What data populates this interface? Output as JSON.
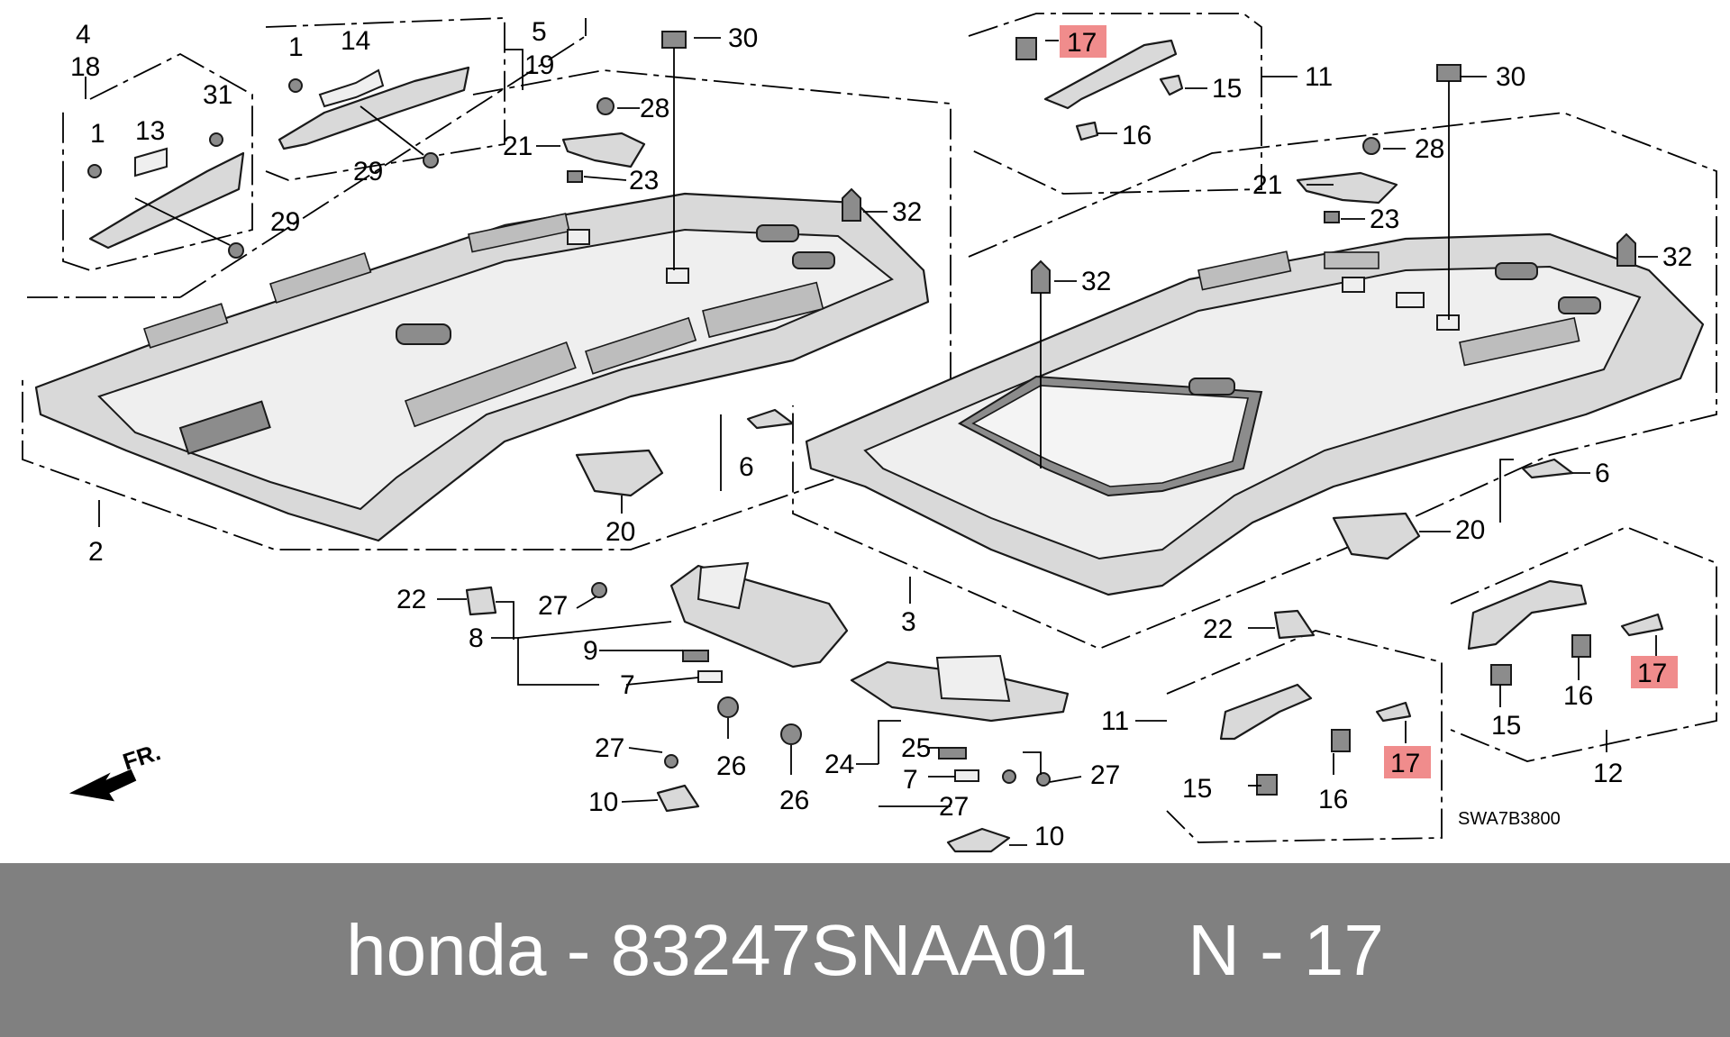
{
  "diagram": {
    "code": "SWA7B3800",
    "direction_label": "FR.",
    "callouts": [
      {
        "id": "c-4",
        "text": "4"
      },
      {
        "id": "c-18",
        "text": "18"
      },
      {
        "id": "c-1a",
        "text": "1"
      },
      {
        "id": "c-13",
        "text": "13"
      },
      {
        "id": "c-31",
        "text": "31"
      },
      {
        "id": "c-29a",
        "text": "29"
      },
      {
        "id": "c-1b",
        "text": "1"
      },
      {
        "id": "c-14",
        "text": "14"
      },
      {
        "id": "c-5",
        "text": "5"
      },
      {
        "id": "c-19",
        "text": "19"
      },
      {
        "id": "c-29b",
        "text": "29"
      },
      {
        "id": "c-30a",
        "text": "30"
      },
      {
        "id": "c-28a",
        "text": "28"
      },
      {
        "id": "c-21a",
        "text": "21"
      },
      {
        "id": "c-23a",
        "text": "23"
      },
      {
        "id": "c-32a",
        "text": "32"
      },
      {
        "id": "c-2",
        "text": "2"
      },
      {
        "id": "c-6a",
        "text": "6"
      },
      {
        "id": "c-20a",
        "text": "20"
      },
      {
        "id": "c-17a",
        "text": "17"
      },
      {
        "id": "c-15a",
        "text": "15"
      },
      {
        "id": "c-11a",
        "text": "11"
      },
      {
        "id": "c-16a",
        "text": "16"
      },
      {
        "id": "c-30b",
        "text": "30"
      },
      {
        "id": "c-28b",
        "text": "28"
      },
      {
        "id": "c-21b",
        "text": "21"
      },
      {
        "id": "c-23b",
        "text": "23"
      },
      {
        "id": "c-32b",
        "text": "32"
      },
      {
        "id": "c-32c",
        "text": "32"
      },
      {
        "id": "c-6b",
        "text": "6"
      },
      {
        "id": "c-20b",
        "text": "20"
      },
      {
        "id": "c-3",
        "text": "3"
      },
      {
        "id": "c-22a",
        "text": "22"
      },
      {
        "id": "c-27a",
        "text": "27"
      },
      {
        "id": "c-8",
        "text": "8"
      },
      {
        "id": "c-9",
        "text": "9"
      },
      {
        "id": "c-7a",
        "text": "7"
      },
      {
        "id": "c-26a",
        "text": "26"
      },
      {
        "id": "c-27b",
        "text": "27"
      },
      {
        "id": "c-10a",
        "text": "10"
      },
      {
        "id": "c-26b",
        "text": "26"
      },
      {
        "id": "c-25",
        "text": "25"
      },
      {
        "id": "c-24",
        "text": "24"
      },
      {
        "id": "c-7b",
        "text": "7"
      },
      {
        "id": "c-27c",
        "text": "27"
      },
      {
        "id": "c-27d",
        "text": "27"
      },
      {
        "id": "c-10b",
        "text": "10"
      },
      {
        "id": "c-22b",
        "text": "22"
      },
      {
        "id": "c-11b",
        "text": "11"
      },
      {
        "id": "c-15b",
        "text": "15"
      },
      {
        "id": "c-16b",
        "text": "16"
      },
      {
        "id": "c-17b",
        "text": "17"
      },
      {
        "id": "c-17c",
        "text": "17"
      },
      {
        "id": "c-15c",
        "text": "15"
      },
      {
        "id": "c-16c",
        "text": "16"
      },
      {
        "id": "c-12",
        "text": "12"
      }
    ],
    "highlight_color": "#f08c8c"
  },
  "footer": {
    "caption": "honda - 83247SNAA01     N - 17",
    "background": "#808080",
    "text_color": "#ffffff"
  }
}
